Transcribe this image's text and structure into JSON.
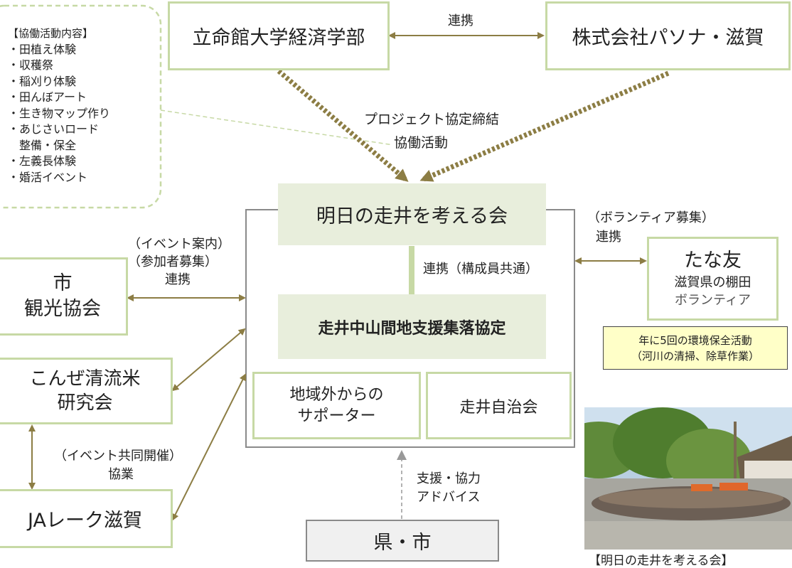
{
  "activities": {
    "heading": "【協働活動内容】",
    "items": [
      "・田植え体験",
      "・収穫祭",
      "・稲刈り体験",
      "・田んぼアート",
      "・生き物マップ作り",
      "・あじさいロード",
      "　整備・保全",
      "・左義長体験",
      "・婚活イベント"
    ]
  },
  "nodes": {
    "ritsumeikan": "立命館大学経済学部",
    "pasona": "株式会社パソナ・滋賀",
    "asu_no_kai": "明日の走井を考える会",
    "hashirii_agreement": "走井中山間地支援集落協定",
    "supporters_line1": "地域外からの",
    "supporters_line2": "サポーター",
    "jichikai": "走井自治会",
    "city_line1": "市",
    "city_line2": "観光協会",
    "konze_line1": "こんぜ清流米",
    "konze_line2": "研究会",
    "ja": "JAレーク滋賀",
    "pref": "県・市",
    "tanatomo_title": "たな友",
    "tanatomo_line1": "滋賀県の棚田",
    "tanatomo_line2": "ボランティア"
  },
  "labels": {
    "renkei_top": "連携",
    "project": "プロジェクト協定締結",
    "kyodo": "協働活動",
    "renkei_member": "連携（構成員共通）",
    "volunteer": "（ボランティア募集）",
    "renkei_tana": "連携",
    "event_info": "（イベント案内）",
    "sanka": "（参加者募集）",
    "renkei_city": "連携",
    "event_joint": "（イベント共同開催）",
    "kyogyo": "協業",
    "shien": "支援・協力",
    "advice": "アドバイス"
  },
  "note": {
    "line1": "年に5回の環境保全活動",
    "line2": "（河川の清掃、除草作業）"
  },
  "photo": {
    "caption": "【明日の走井を考える会】"
  },
  "colors": {
    "box_border": "#c7d9a5",
    "arrow": "#8c7d44",
    "asu_fill": "#e8eedc",
    "note_fill": "#ffffc8",
    "pref_fill": "#f0f0f0"
  }
}
